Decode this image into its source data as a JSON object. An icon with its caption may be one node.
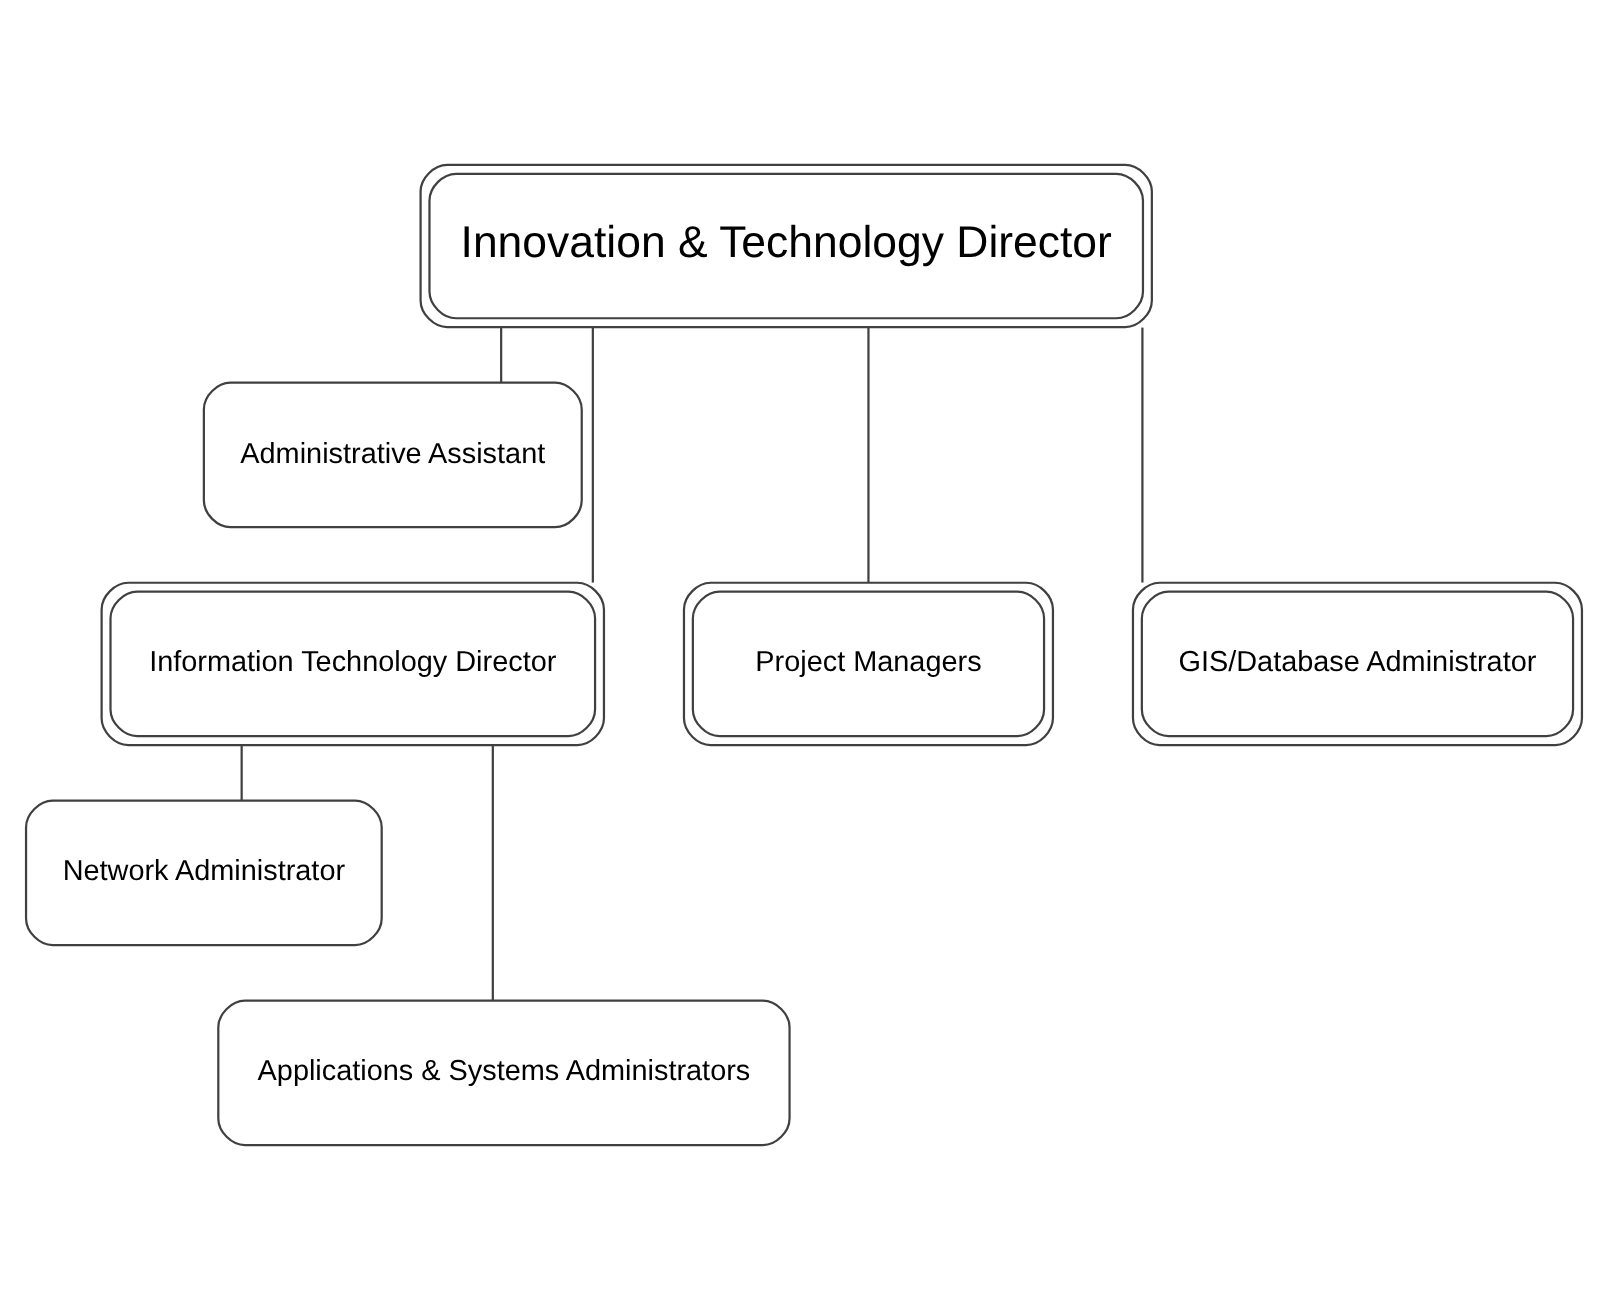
{
  "diagram": {
    "nodes": [
      {
        "text": [
          "Innovation & Technology Director"
        ]
      },
      {
        "text": [
          "Administrative Assistant"
        ]
      },
      {
        "text": [
          "Information Technology Director"
        ]
      },
      {
        "text": [
          "Project Managers"
        ]
      },
      {
        "text": [
          "GIS/Database Administrator"
        ]
      },
      {
        "text": [
          "Network Administrator"
        ]
      },
      {
        "text": [
          "Applications & Systems Administrators"
        ]
      }
    ],
    "edges": [
      {
        "from": 0,
        "to": 1,
        "arrow": "none"
      },
      {
        "from": 0,
        "to": 2,
        "arrow": "none"
      },
      {
        "from": 0,
        "to": 3,
        "arrow": "none"
      },
      {
        "from": 0,
        "to": 4,
        "arrow": "none"
      },
      {
        "from": 2,
        "to": 5,
        "arrow": "none"
      },
      {
        "from": 2,
        "to": 6,
        "arrow": "none"
      }
    ]
  }
}
